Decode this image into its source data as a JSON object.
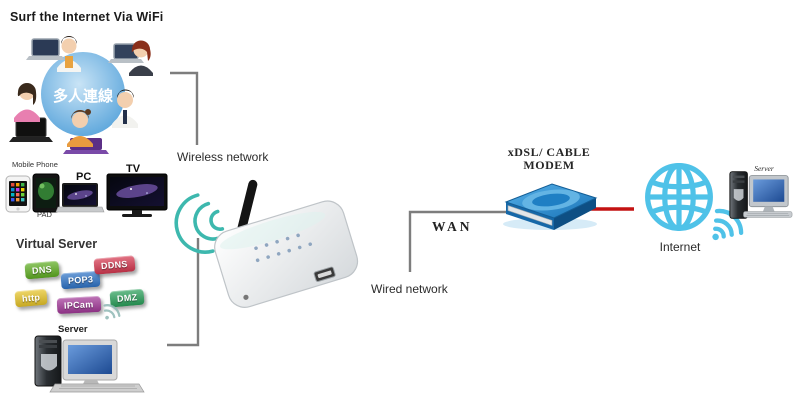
{
  "heading": "Surf the Internet Via WiFi",
  "wifi_group": {
    "caption": "多人連線"
  },
  "client_devices": {
    "mobile_phone_label": "Mobile Phone",
    "pad_label": "PAD",
    "pc_label": "PC",
    "tv_label": "TV"
  },
  "virtual_server": {
    "heading": "Virtual Server",
    "badges": [
      {
        "label": "DNS",
        "color": "#5fae22"
      },
      {
        "label": "POP3",
        "color": "#2e74c8"
      },
      {
        "label": "DDNS",
        "color": "#d63850"
      },
      {
        "label": "http",
        "color": "#e7c428"
      },
      {
        "label": "IPCam",
        "color": "#a23898"
      },
      {
        "label": "DMZ",
        "color": "#2aa05a"
      }
    ],
    "server_label": "Server"
  },
  "network_labels": {
    "wireless": "Wireless network",
    "wired": "Wired network",
    "wan": "WAN"
  },
  "modem": {
    "line1": "xDSL/ CABLE",
    "line2": "MODEM"
  },
  "internet": {
    "label": "Internet",
    "server_label": "Server"
  },
  "colors": {
    "wifi_teal": "#3db8ae",
    "internet_blue": "#4fc2e8",
    "wan_red_link": "#c41212",
    "connector_gray": "#7d7d7d"
  }
}
